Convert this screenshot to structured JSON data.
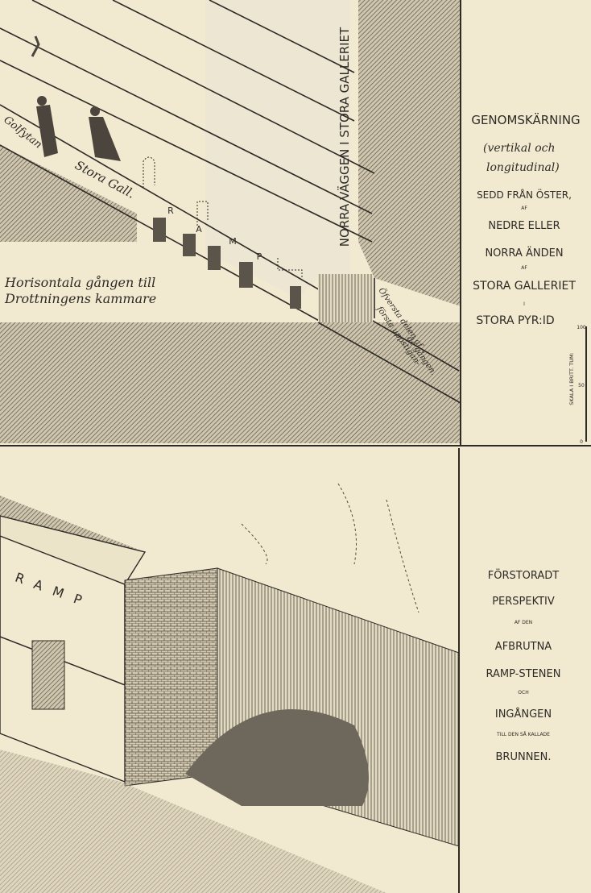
{
  "top_panel": {
    "title": "GENOMSKÄRNING",
    "subtitle_1": "(vertikal och",
    "subtitle_2": "longitudinal)",
    "line_1": "SEDD FRÅN ÖSTER,",
    "af_1": "AF",
    "line_2": "NEDRE ELLER",
    "line_3": "NORRA ÄNDEN",
    "af_2": "AF",
    "line_4": "STORA GALLERIET",
    "i": "I",
    "line_5": "STORA PYR:ID",
    "scale": {
      "label": "SKALA I BRITT. TUM:",
      "ticks": [
        "100",
        "50",
        "0"
      ]
    },
    "labels": {
      "floor": "Golfytan",
      "gallery": "Stora Gall.",
      "ramp_letters": [
        "R",
        "A",
        "M",
        "P"
      ],
      "horizontal_1": "Horisontala gången till",
      "horizontal_2": "Drottningens kammare",
      "north_wall": "NORRA VÄGGEN I STORA GALLERIET",
      "upper_1": "Öfversta delen af",
      "upper_2": "första uppstigan-",
      "upper_3": "de gången."
    }
  },
  "bottom_panel": {
    "ramp_label": "RAMP",
    "lines": [
      "FÖRSTORADT",
      "PERSPEKTIV",
      "AF DEN",
      "AFBRUTNA",
      "RAMP-STENEN",
      "OCH",
      "INGÅNGEN",
      "TILL DEN SÅ KALLADE",
      "BRUNNEN."
    ]
  },
  "colors": {
    "paper": "#f2ead0",
    "ink": "#2e2a26"
  }
}
